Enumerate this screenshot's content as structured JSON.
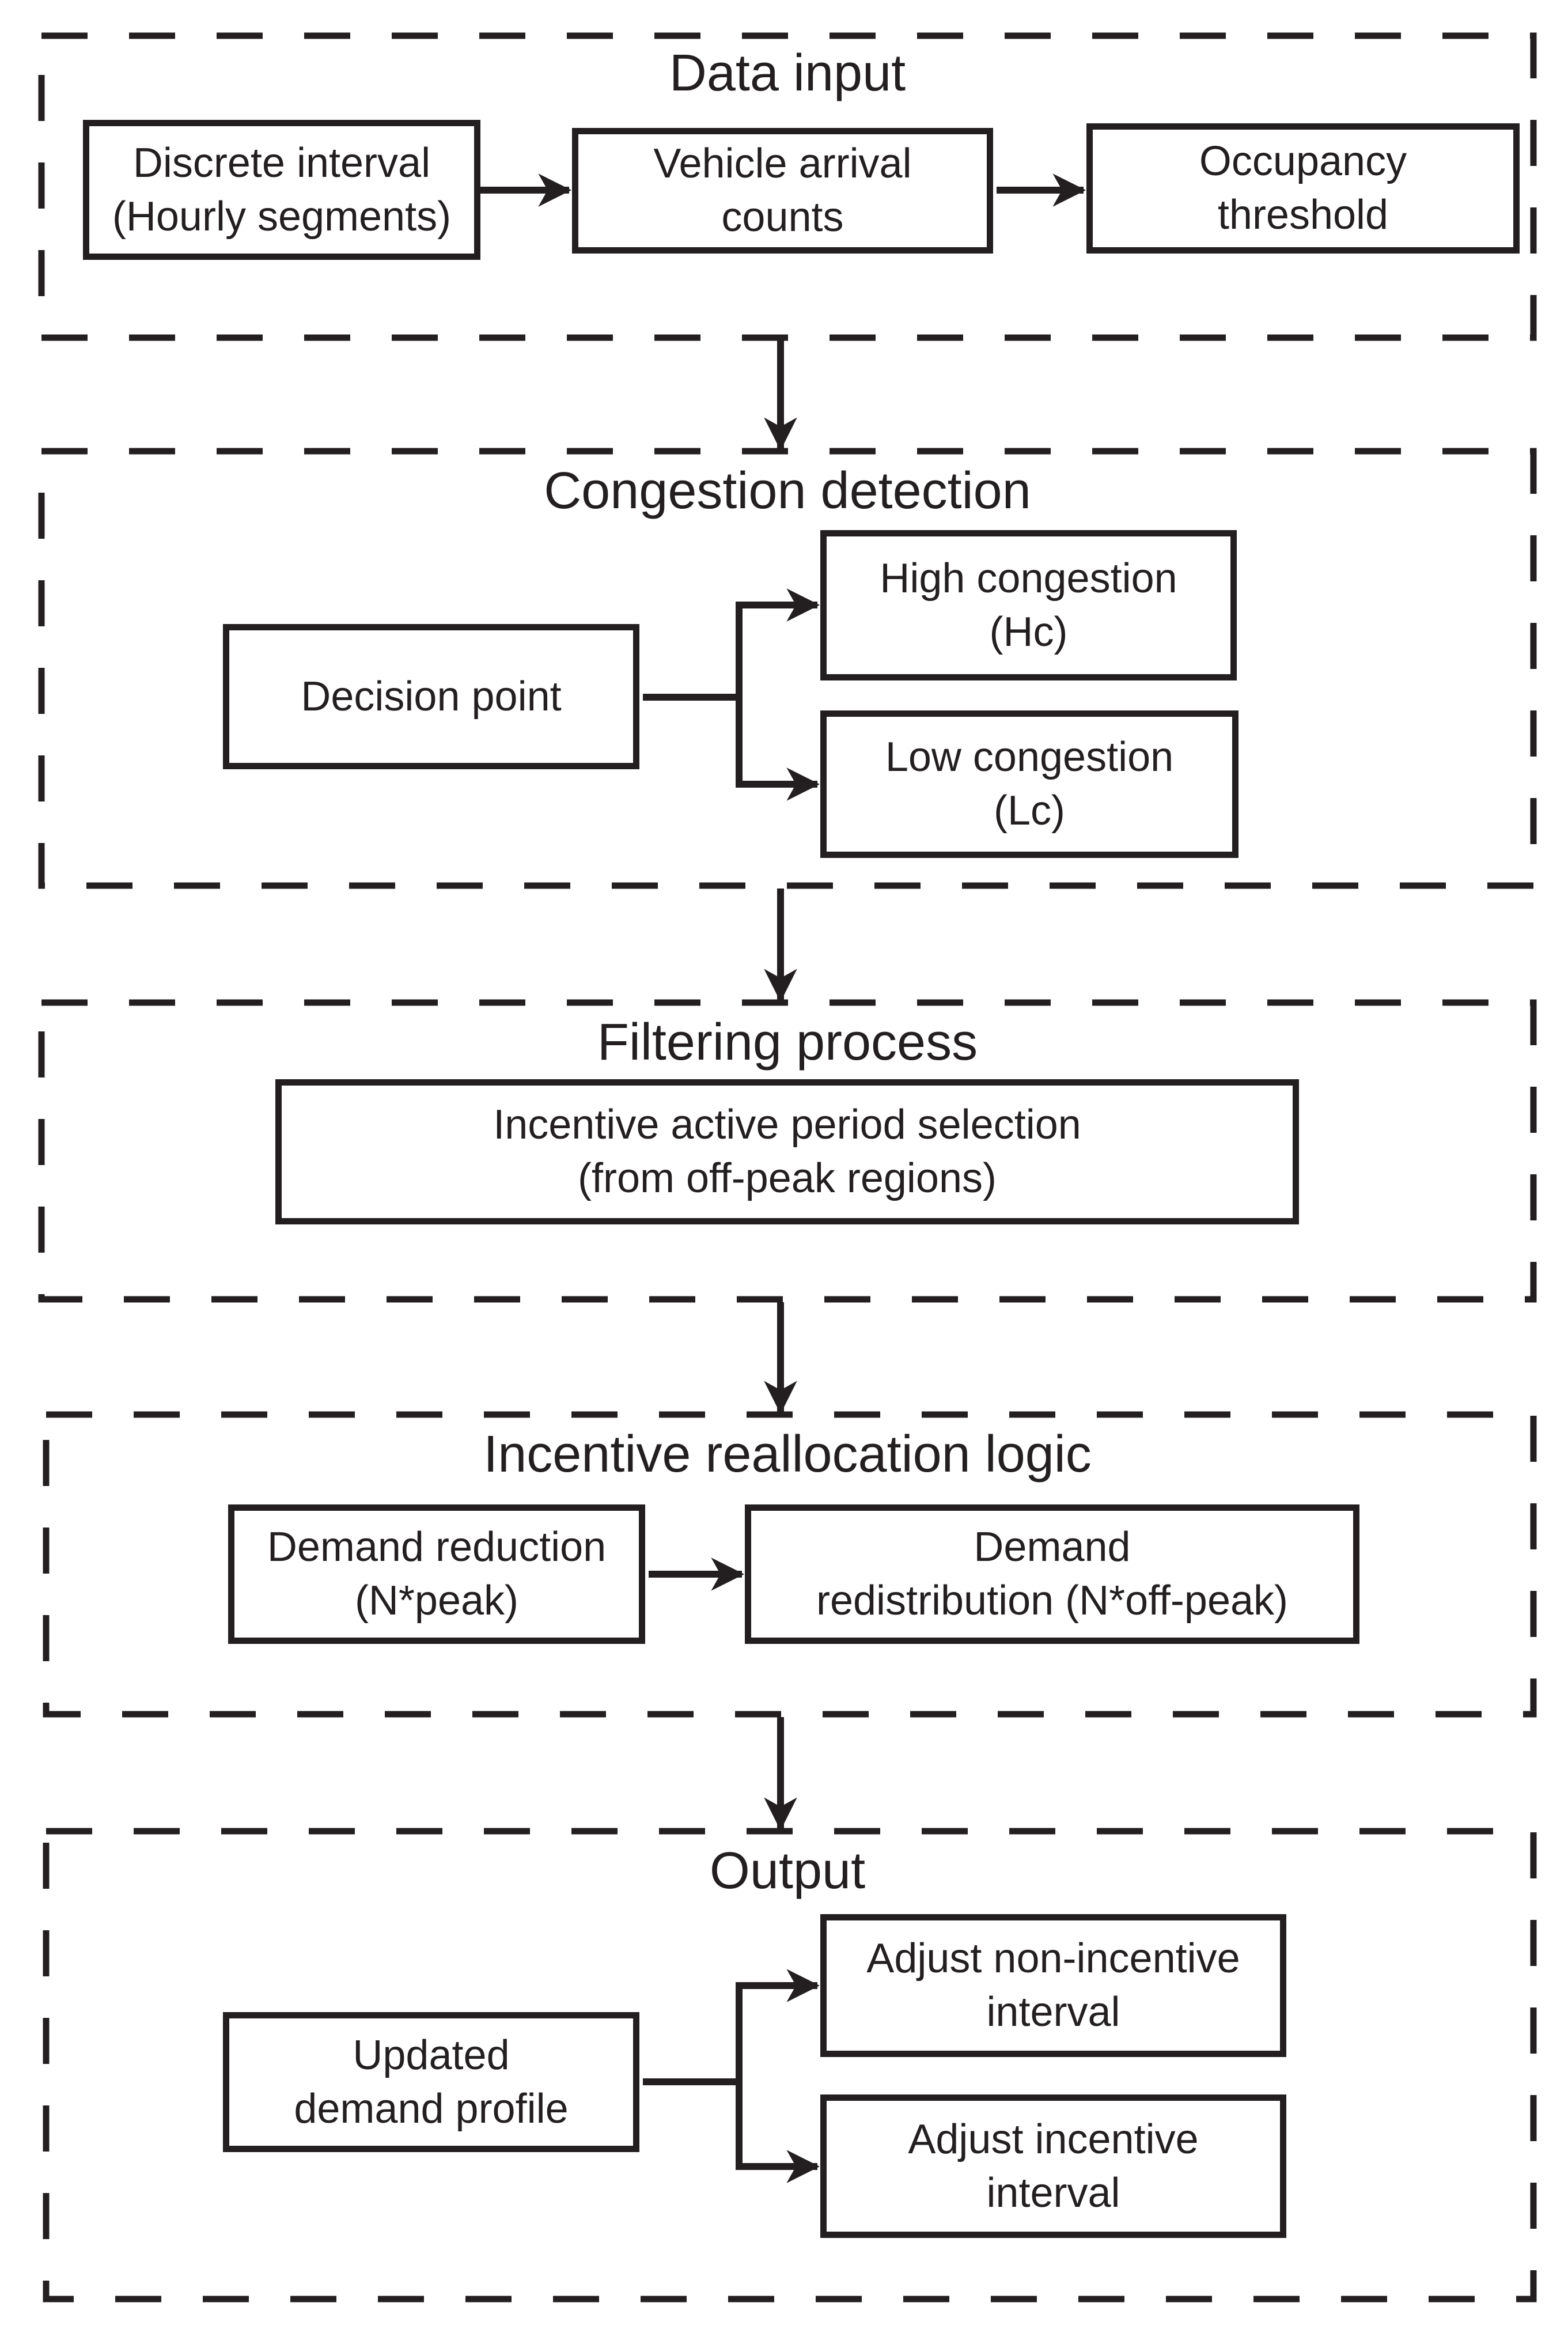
{
  "figure": {
    "type": "flowchart",
    "ink_color": "#231f20",
    "background_color": "#ffffff"
  },
  "sections": [
    {
      "title": "Data input",
      "boxes": [
        {
          "id": "discrete-interval",
          "lines": [
            "Discrete interval",
            "(Hourly segments)"
          ]
        },
        {
          "id": "vehicle-arrival",
          "lines": [
            "Vehicle arrival",
            "counts"
          ]
        },
        {
          "id": "occupancy-threshold",
          "lines": [
            "Occupancy",
            "threshold"
          ]
        }
      ]
    },
    {
      "title": "Congestion detection",
      "boxes": [
        {
          "id": "decision-point",
          "lines": [
            "Decision point"
          ]
        },
        {
          "id": "high-congestion",
          "lines": [
            "High congestion",
            "(Hc)"
          ]
        },
        {
          "id": "low-congestion",
          "lines": [
            "Low congestion",
            "(Lc)"
          ]
        }
      ]
    },
    {
      "title": "Filtering process",
      "boxes": [
        {
          "id": "incentive-active-period",
          "lines": [
            "Incentive active period selection",
            "(from off-peak regions)"
          ]
        }
      ]
    },
    {
      "title": "Incentive reallocation logic",
      "boxes": [
        {
          "id": "demand-reduction",
          "lines": [
            "Demand reduction",
            "(N*peak)"
          ]
        },
        {
          "id": "demand-redistribution",
          "lines": [
            "Demand",
            "redistribution (N*off-peak)"
          ]
        }
      ]
    },
    {
      "title": "Output",
      "boxes": [
        {
          "id": "updated-demand-profile",
          "lines": [
            "Updated",
            "demand profile"
          ]
        },
        {
          "id": "adjust-non-incentive",
          "lines": [
            "Adjust non-incentive",
            "interval"
          ]
        },
        {
          "id": "adjust-incentive",
          "lines": [
            "Adjust incentive",
            "interval"
          ]
        }
      ]
    }
  ]
}
